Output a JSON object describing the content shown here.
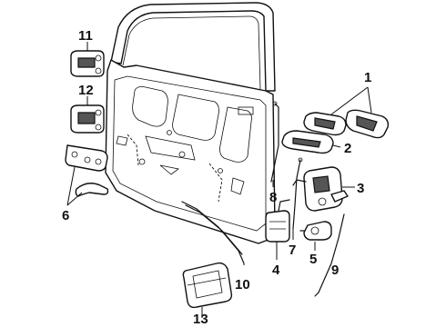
{
  "diagram": {
    "callouts": {
      "c1": "1",
      "c2": "2",
      "c3": "3",
      "c4": "4",
      "c5": "5",
      "c6": "6",
      "c7": "7",
      "c8": "8",
      "c9": "9",
      "c10": "10",
      "c11": "11",
      "c12": "12",
      "c13": "13"
    },
    "colors": {
      "line": "#111111",
      "background": "#ffffff"
    }
  }
}
